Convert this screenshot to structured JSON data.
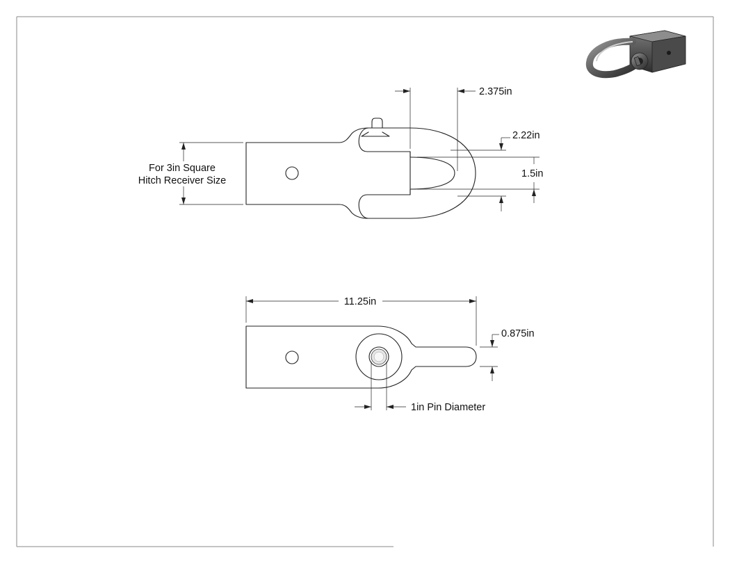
{
  "drawing": {
    "receiver_note_line1": "For 3in Square",
    "receiver_note_line2": "Hitch Receiver Size",
    "dim_shackle_width": "2.375in",
    "dim_shackle_bow": "2.22in",
    "dim_shackle_opening": "1.5in",
    "dim_overall_length": "11.25in",
    "dim_shackle_thickness": "0.875in",
    "dim_pin_diameter": "1in Pin Diameter"
  },
  "colors": {
    "line": "#222222",
    "frame": "#888888",
    "background": "#ffffff"
  }
}
